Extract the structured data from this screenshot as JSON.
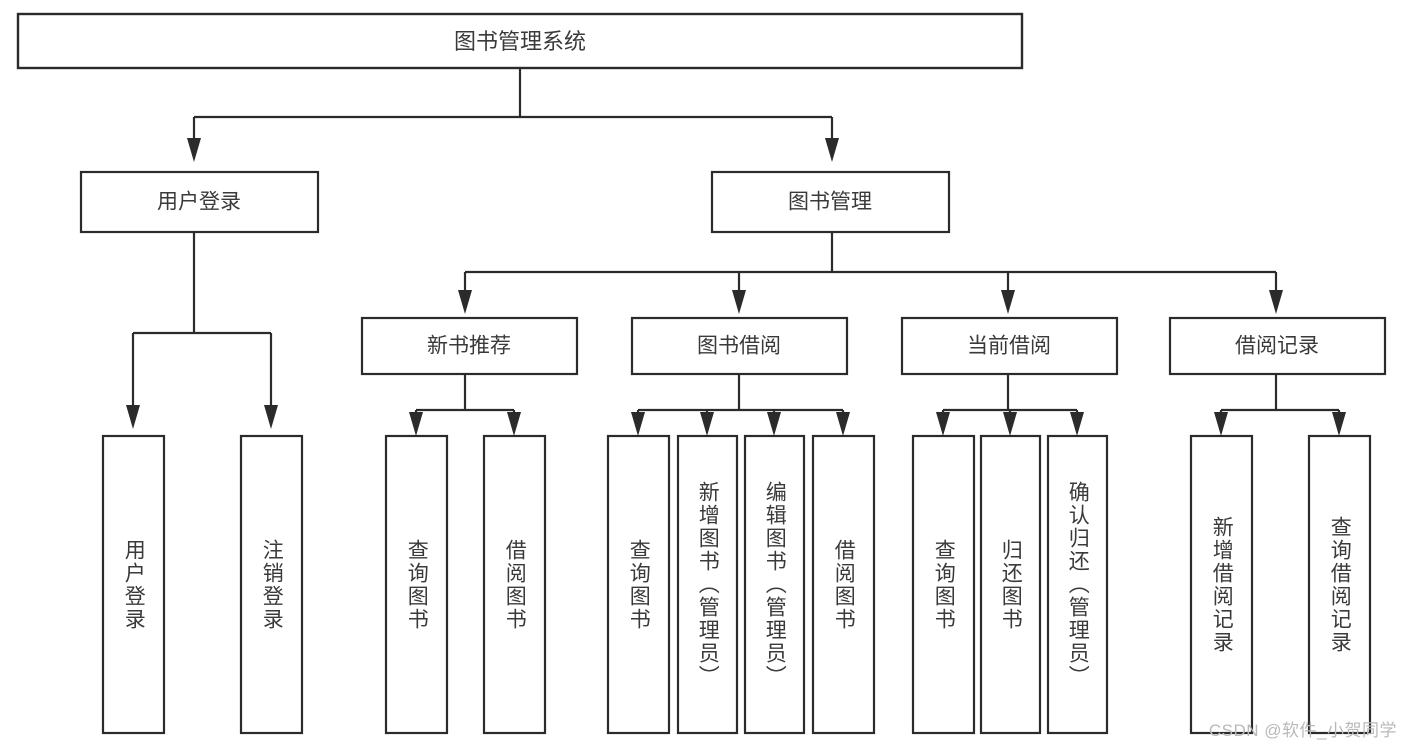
{
  "diagram": {
    "title": "图书管理系统",
    "type": "hierarchy-tree",
    "watermark": "CSDN @软件_小贺同学",
    "colors": {
      "background": "#ffffff",
      "box_border": "#2b2b2b",
      "box_fill": "#ffffff",
      "text": "#3a3a3a",
      "watermark": "#b9b9b9"
    },
    "root": {
      "id": "root",
      "label": "图书管理系统",
      "orientation": "horizontal"
    },
    "level2": [
      {
        "id": "user-login",
        "label": "用户登录",
        "orientation": "horizontal"
      },
      {
        "id": "book-manage",
        "label": "图书管理",
        "orientation": "horizontal"
      }
    ],
    "level3": [
      {
        "id": "new-book-recommend",
        "label": "新书推荐",
        "orientation": "horizontal",
        "parent": "book-manage"
      },
      {
        "id": "book-borrow",
        "label": "图书借阅",
        "orientation": "horizontal",
        "parent": "book-manage"
      },
      {
        "id": "current-borrow",
        "label": "当前借阅",
        "orientation": "horizontal",
        "parent": "book-manage"
      },
      {
        "id": "borrow-record",
        "label": "借阅记录",
        "orientation": "horizontal",
        "parent": "book-manage"
      }
    ],
    "leaves": [
      {
        "id": "leaf-user-login",
        "label": "用户登录",
        "parent": "user-login",
        "orientation": "vertical"
      },
      {
        "id": "leaf-user-logout",
        "label": "注销登录",
        "parent": "user-login",
        "orientation": "vertical"
      },
      {
        "id": "leaf-query-book-1",
        "label": "查询图书",
        "parent": "new-book-recommend",
        "orientation": "vertical"
      },
      {
        "id": "leaf-borrow-book-1",
        "label": "借阅图书",
        "parent": "new-book-recommend",
        "orientation": "vertical"
      },
      {
        "id": "leaf-query-book-2",
        "label": "查询图书",
        "parent": "book-borrow",
        "orientation": "vertical"
      },
      {
        "id": "leaf-add-book",
        "label": "新增图书（管理员）",
        "parent": "book-borrow",
        "orientation": "vertical"
      },
      {
        "id": "leaf-edit-book",
        "label": "编辑图书（管理员）",
        "parent": "book-borrow",
        "orientation": "vertical"
      },
      {
        "id": "leaf-borrow-book-2",
        "label": "借阅图书",
        "parent": "book-borrow",
        "orientation": "vertical"
      },
      {
        "id": "leaf-query-book-3",
        "label": "查询图书",
        "parent": "current-borrow",
        "orientation": "vertical"
      },
      {
        "id": "leaf-return-book",
        "label": "归还图书",
        "parent": "current-borrow",
        "orientation": "vertical"
      },
      {
        "id": "leaf-confirm-return",
        "label": "确认归还（管理员）",
        "parent": "current-borrow",
        "orientation": "vertical"
      },
      {
        "id": "leaf-add-record",
        "label": "新增借阅记录",
        "parent": "borrow-record",
        "orientation": "vertical"
      },
      {
        "id": "leaf-query-record",
        "label": "查询借阅记录",
        "parent": "borrow-record",
        "orientation": "vertical"
      }
    ]
  }
}
